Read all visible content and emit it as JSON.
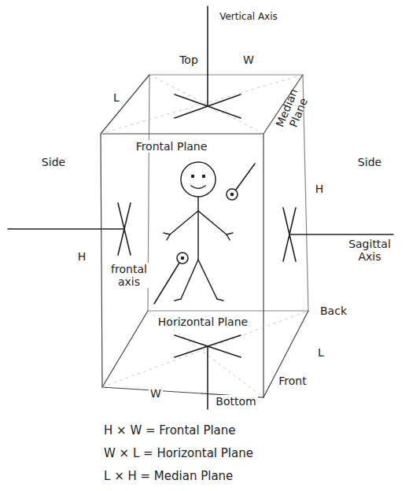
{
  "diagram": {
    "labels": [
      "Vertical Axis",
      "Top",
      "W",
      "L",
      "Median Plane",
      "Side",
      "Side",
      "Frontal Plane",
      "H",
      "H",
      "Sagittal Axis",
      "frontal axis",
      "Horizontal Plane",
      "Back",
      "L",
      "Front",
      "W",
      "Bottom",
      "H × W = Frontal Plane",
      "W × L = Horizontal Plane",
      "L × H = Median Plane"
    ]
  }
}
